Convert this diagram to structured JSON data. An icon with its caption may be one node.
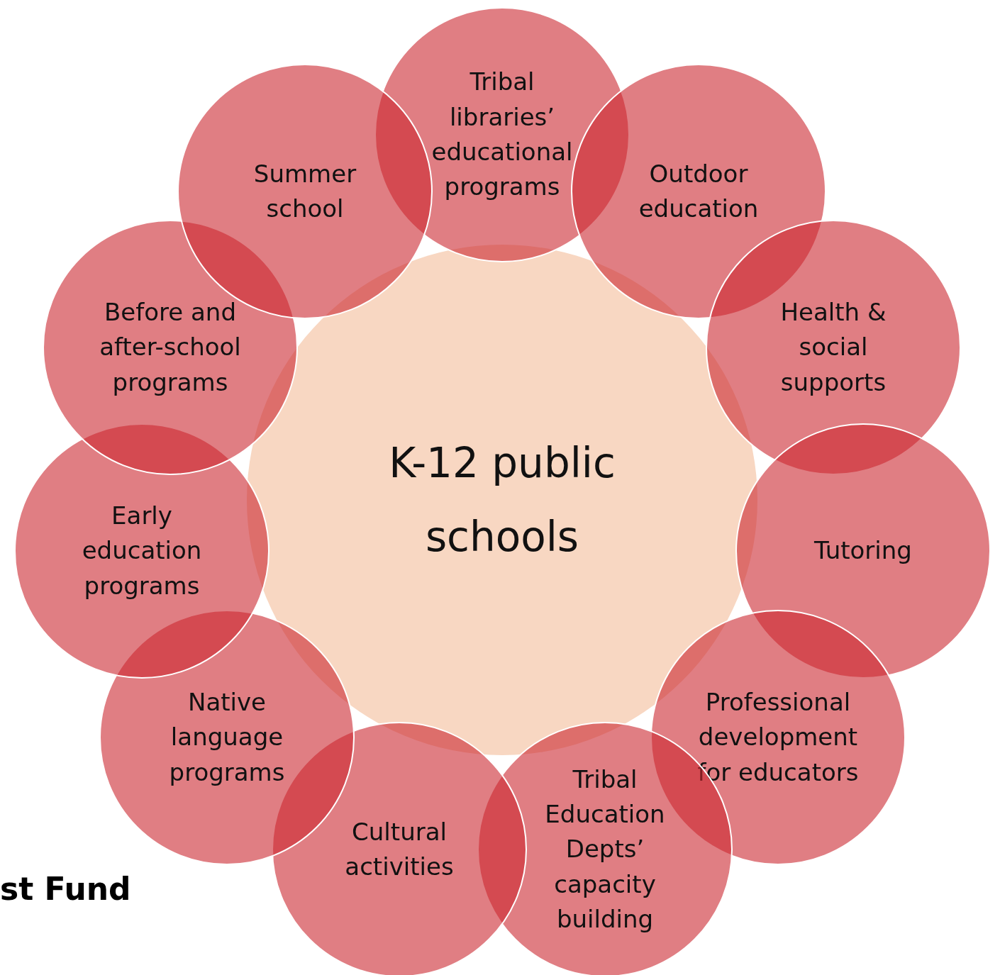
{
  "diagram": {
    "nodes": [
      {
        "text": [
          "K-12 public schools"
        ]
      },
      {
        "text": [
          "Tribal libraries’ educational programs"
        ]
      },
      {
        "text": [
          "Outdoor education"
        ]
      },
      {
        "text": [
          "Health & social supports"
        ]
      },
      {
        "text": [
          "Tutoring"
        ]
      },
      {
        "text": [
          "Professional development for educators"
        ]
      },
      {
        "text": [
          "Tribal Education Depts’ capacity building"
        ]
      },
      {
        "text": [
          "Cultural activities"
        ]
      },
      {
        "text": [
          "Native language programs"
        ]
      },
      {
        "text": [
          "Early education programs"
        ]
      },
      {
        "text": [
          "Before and after-school programs"
        ]
      },
      {
        "text": [
          "Summer school"
        ]
      }
    ],
    "edges": [],
    "labels": [
      "st Fund"
    ]
  }
}
